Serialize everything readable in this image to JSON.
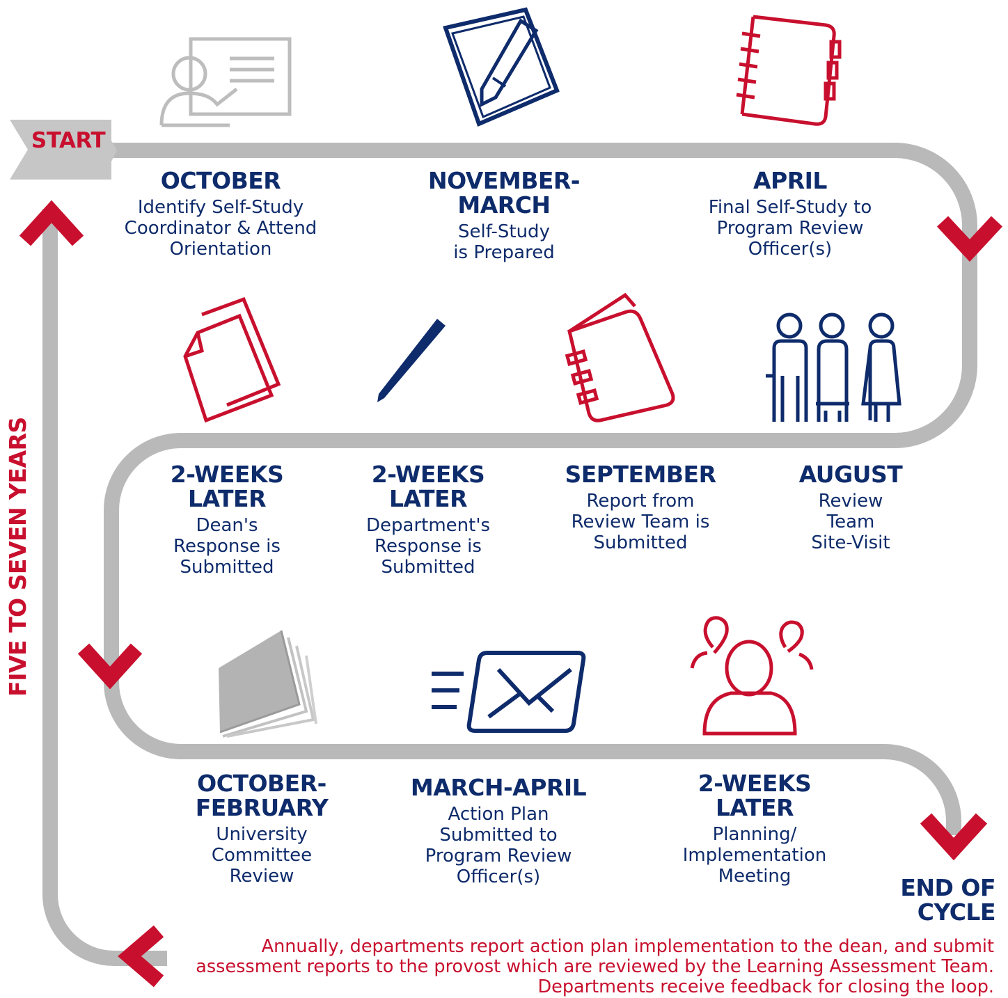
{
  "start_label": "START",
  "end_label": "END OF CYCLE",
  "side_label": "FIVE TO SEVEN YEARS",
  "footer_note": "Annually, departments report action plan implementation to the dean, and submit assessment reports to the provost which are reviewed by the Learning Assessment Team. Departments receive feedback for closing the loop.",
  "colors": {
    "navy": "#0e2b6b",
    "red": "#c8102e",
    "gray": "#b9b9b9"
  },
  "stages": [
    {
      "id": "october",
      "title": "OCTOBER",
      "description": "Identify Self-Study Coordinator & Attend Orientation",
      "icon": "presentation-icon"
    },
    {
      "id": "november-march",
      "title": "NOVEMBER-MARCH",
      "description": "Self-Study is Prepared",
      "icon": "pen-on-paper-icon"
    },
    {
      "id": "april",
      "title": "APRIL",
      "description": "Final Self-Study to Program Review Officer(s)",
      "icon": "notebook-icon"
    },
    {
      "id": "august",
      "title": "AUGUST",
      "description": "Review Team Site-Visit",
      "icon": "people-icon"
    },
    {
      "id": "september",
      "title": "SEPTEMBER",
      "description": "Report from Review Team is Submitted",
      "icon": "folder-icon"
    },
    {
      "id": "dept-response",
      "title": "2-WEEKS LATER",
      "description": "Department's Response is Submitted",
      "icon": "pen-icon"
    },
    {
      "id": "dean-response",
      "title": "2-WEEKS LATER",
      "description": "Dean's Response is Submitted",
      "icon": "documents-icon"
    },
    {
      "id": "october-february",
      "title": "OCTOBER-FEBRUARY",
      "description": "University Committee Review",
      "icon": "book-pages-icon"
    },
    {
      "id": "march-april",
      "title": "MARCH-APRIL",
      "description": "Action Plan Submitted to Program Review Officer(s)",
      "icon": "envelope-icon"
    },
    {
      "id": "planning-meeting",
      "title": "2-WEEKS LATER",
      "description": "Planning/ Implementation Meeting",
      "icon": "meeting-icon"
    }
  ]
}
